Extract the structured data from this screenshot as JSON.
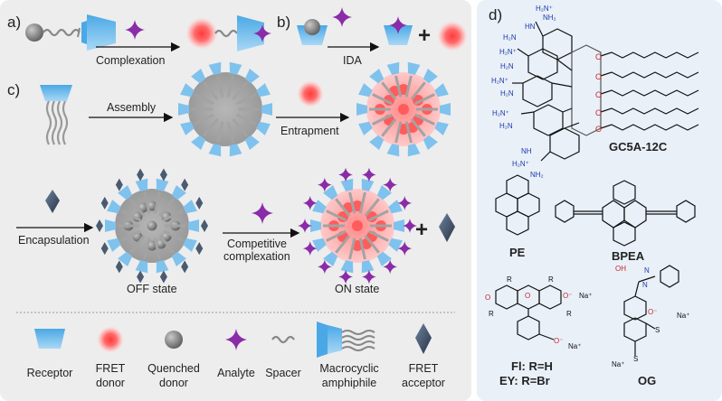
{
  "panels": {
    "a": {
      "label": "a)",
      "arrow_label": "Complexation"
    },
    "b": {
      "label": "b)",
      "arrow_label": "IDA"
    },
    "c": {
      "label": "c)",
      "assembly": "Assembly",
      "entrapment": "Entrapment",
      "encapsulation": "Encapsulation",
      "competitive_1": "Competitive",
      "competitive_2": "complexation",
      "off_state": "OFF state",
      "on_state": "ON state"
    },
    "d": {
      "label": "d)",
      "molecule_1": "GC5A-12C",
      "molecule_2": "PE",
      "molecule_3": "BPEA",
      "molecule_4_line1": "Fl: R=H",
      "molecule_4_line2": "EY: R=Br",
      "molecule_5": "OG"
    }
  },
  "legend": [
    {
      "line1": "Receptor",
      "line2": ""
    },
    {
      "line1": "FRET",
      "line2": "donor"
    },
    {
      "line1": "Quenched",
      "line2": "donor"
    },
    {
      "line1": "Analyte",
      "line2": ""
    },
    {
      "line1": "Spacer",
      "line2": ""
    },
    {
      "line1": "Macrocyclic",
      "line2": "amphiphile"
    },
    {
      "line1": "FRET",
      "line2": "acceptor"
    }
  ],
  "structure_labels": {
    "nh2": "NH₂",
    "h2n": "H₂N",
    "h2n_plus": "H₂N⁺",
    "hn": "HN",
    "nh": "NH",
    "o": "O",
    "na_plus": "Na⁺",
    "o_minus": "O⁻",
    "r": "R",
    "oh": "OH",
    "n": "N",
    "s": "S"
  },
  "colors": {
    "receptor": "#6fb9e8",
    "donor": "#ff5a5a",
    "analyte": "#8a2ca8",
    "acceptor": "#3f4f64",
    "quenched": "#8c8c8c",
    "blue_text": "#1f3aa8"
  }
}
